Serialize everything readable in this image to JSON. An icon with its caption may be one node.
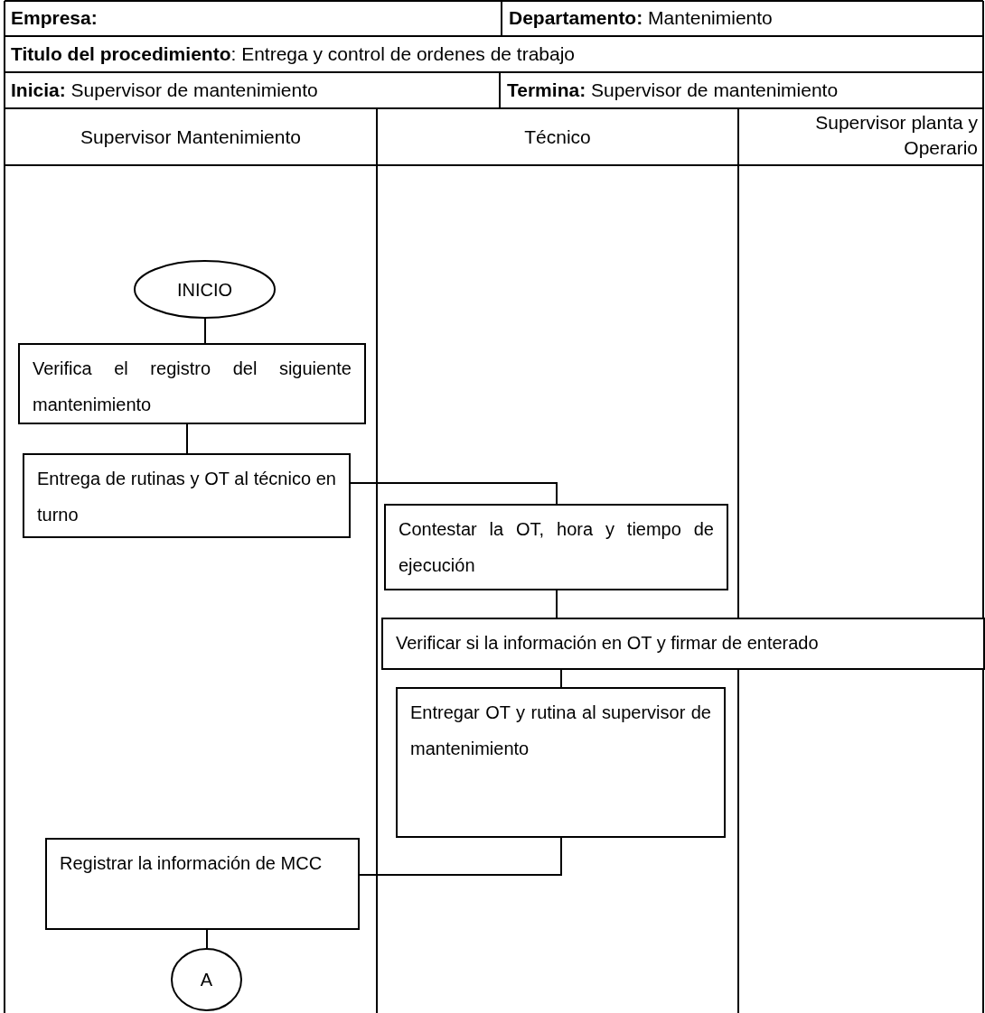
{
  "diagram": {
    "nodes": [
      {
        "text": [
          "INICIO"
        ]
      },
      {
        "text": [
          "Verifica el registro del siguiente mantenimiento"
        ]
      },
      {
        "text": [
          "Entrega de rutinas y OT al técnico en turno"
        ]
      },
      {
        "text": [
          "Contestar la OT, hora y tiempo de ejecución"
        ]
      },
      {
        "text": [
          "Verificar si la información en OT y firmar de enterado"
        ]
      },
      {
        "text": [
          "Entregar OT y rutina al supervisor de mantenimiento"
        ]
      },
      {
        "text": [
          "Registrar la información de MCC"
        ]
      },
      {
        "text": [
          "A"
        ]
      }
    ],
    "edges": [
      {
        "from": 0,
        "to": 1,
        "arrow": "none"
      },
      {
        "from": 1,
        "to": 2,
        "arrow": "none"
      },
      {
        "from": 2,
        "to": 3,
        "arrow": "none"
      },
      {
        "from": 3,
        "to": 4,
        "arrow": "none"
      },
      {
        "from": 4,
        "to": 5,
        "arrow": "none"
      },
      {
        "from": 5,
        "to": 6,
        "arrow": "none"
      },
      {
        "from": 6,
        "to": 7,
        "arrow": "none"
      }
    ],
    "labels": [
      "**Empresa:**",
      "**Departamento:** Mantenimiento",
      "**Titulo del procedimiento**: Entrega y control de ordenes de trabajo",
      "**Inicia:** Supervisor de mantenimiento",
      "**Termina:** Supervisor de mantenimiento",
      "Supervisor Mantenimiento",
      "Técnico",
      "Supervisor planta y Operario"
    ]
  }
}
